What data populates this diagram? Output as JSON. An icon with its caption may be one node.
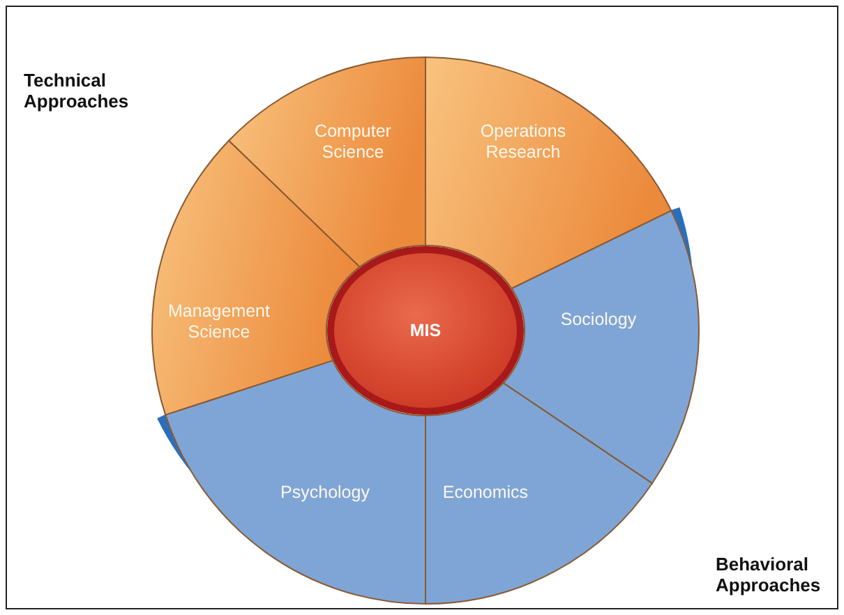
{
  "diagram": {
    "nodes": [
      {
        "text": [
          "Computer Science"
        ]
      },
      {
        "text": [
          "Operations Research"
        ]
      },
      {
        "text": [
          "Management Science"
        ]
      },
      {
        "text": [
          "MIS"
        ]
      },
      {
        "text": [
          "Sociology"
        ]
      },
      {
        "text": [
          "Psychology"
        ]
      },
      {
        "text": [
          "Economics"
        ]
      }
    ],
    "edges": [],
    "labels": [
      "Technical Approaches",
      "Behavioral Approaches"
    ]
  }
}
